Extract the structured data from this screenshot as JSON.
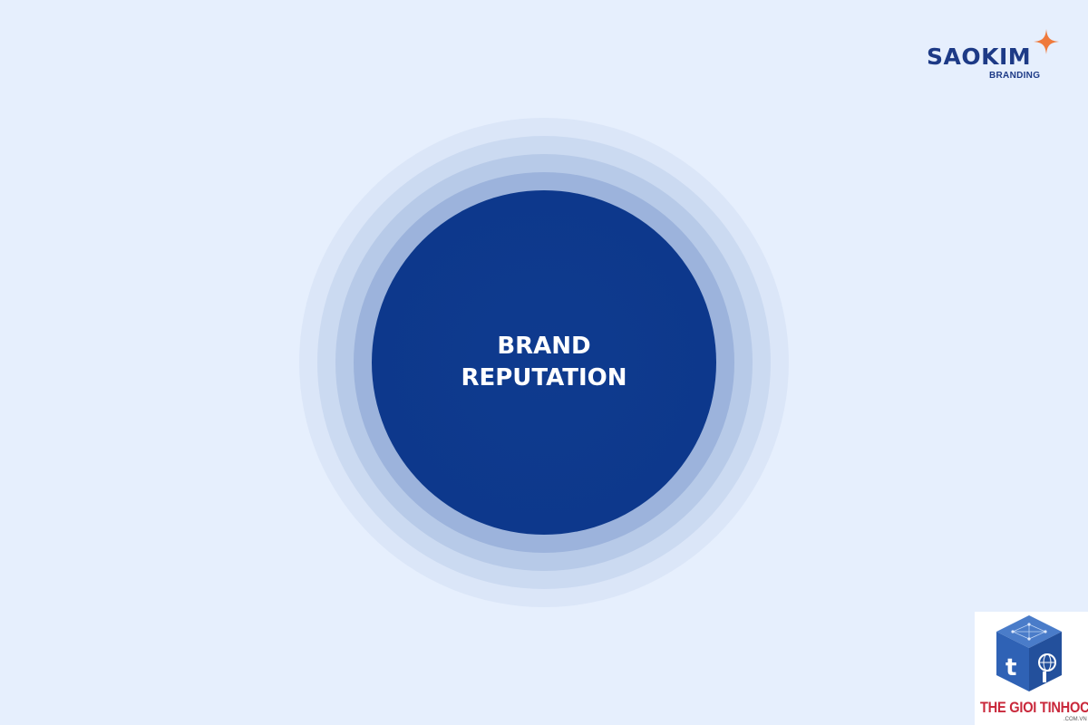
{
  "logo": {
    "name": "SAOKIM",
    "tagline": "BRANDING",
    "icon": "sparkle-star-icon",
    "text_color": "#1d3a86",
    "star_color": "#ef7a3c"
  },
  "center": {
    "line1": "BRAND",
    "line2": "REPUTATION",
    "circle_color": "#0c378a",
    "text_color": "#ffffff"
  },
  "watermark": {
    "name": "THE GIOI TINHOC",
    "domain": ".COM.VN",
    "icon": "cube-logo-icon",
    "text_color": "#c9283b",
    "cube_color": "#2f62b5"
  },
  "background_color": "#e6effd"
}
